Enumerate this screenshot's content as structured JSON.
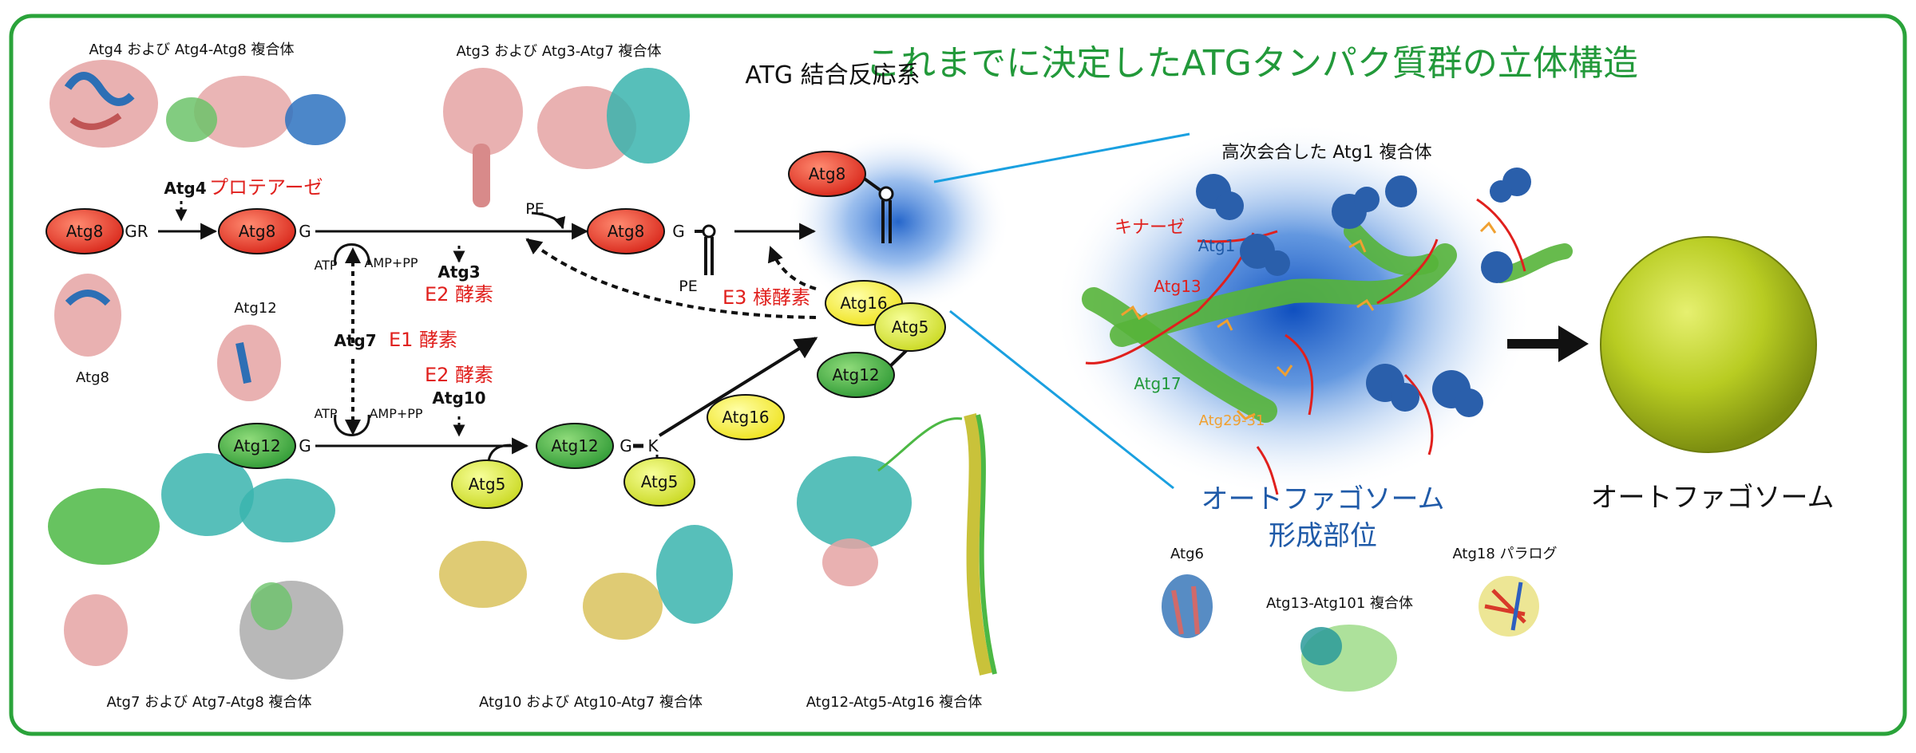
{
  "title": "これまでに決定したATGタンパク質群の立体構造",
  "pathway_title": "ATG 結合反応系",
  "structures": {
    "atg4": "Atg4 および Atg4-Atg8 複合体",
    "atg3": "Atg3 および Atg3-Atg7 複合体",
    "atg8": "Atg8",
    "atg12": "Atg12",
    "atg7": "Atg7 および Atg7-Atg8 複合体",
    "atg10": "Atg10 および Atg10-Atg7 複合体",
    "atg12516": "Atg12-Atg5-Atg16 複合体",
    "atg6": "Atg6",
    "atg13_101": "Atg13-Atg101 複合体",
    "atg18": "Atg18 パラログ"
  },
  "molecules": {
    "atg8": "Atg8",
    "atg12": "Atg12",
    "atg5": "Atg5",
    "atg16": "Atg16"
  },
  "labels": {
    "gr": "GR",
    "g": "G",
    "pe": "PE",
    "k": "K",
    "atp": "ATP",
    "amp_pp": "AMP+PP",
    "atg4": "Atg4",
    "protease": "プロテアーゼ",
    "atg3": "Atg3",
    "e2": "E2 酵素",
    "atg7": "Atg7",
    "e1": "E1 酵素",
    "e2b": "E2 酵素",
    "atg10": "Atg10",
    "e3": "E3 様酵素"
  },
  "site": {
    "caption": "高次会合した Atg1 複合体",
    "kinase": "キナーゼ",
    "atg1": "Atg1",
    "atg13": "Atg13",
    "atg17": "Atg17",
    "atg29_31": "Atg29-31",
    "title_line1": "オートファゴソーム",
    "title_line2": "形成部位"
  },
  "autophagosome": "オートファゴソーム",
  "colors": {
    "frame": "#2aa33a",
    "title_green": "#22993a",
    "red_label": "#e0201d",
    "blue_label": "#1f5aa8",
    "atg8_fill": "#e8382a",
    "atg12_fill": "#3aa63a",
    "atg5_fill": "#dbe33a",
    "atg16_fill": "#f2ee28"
  }
}
